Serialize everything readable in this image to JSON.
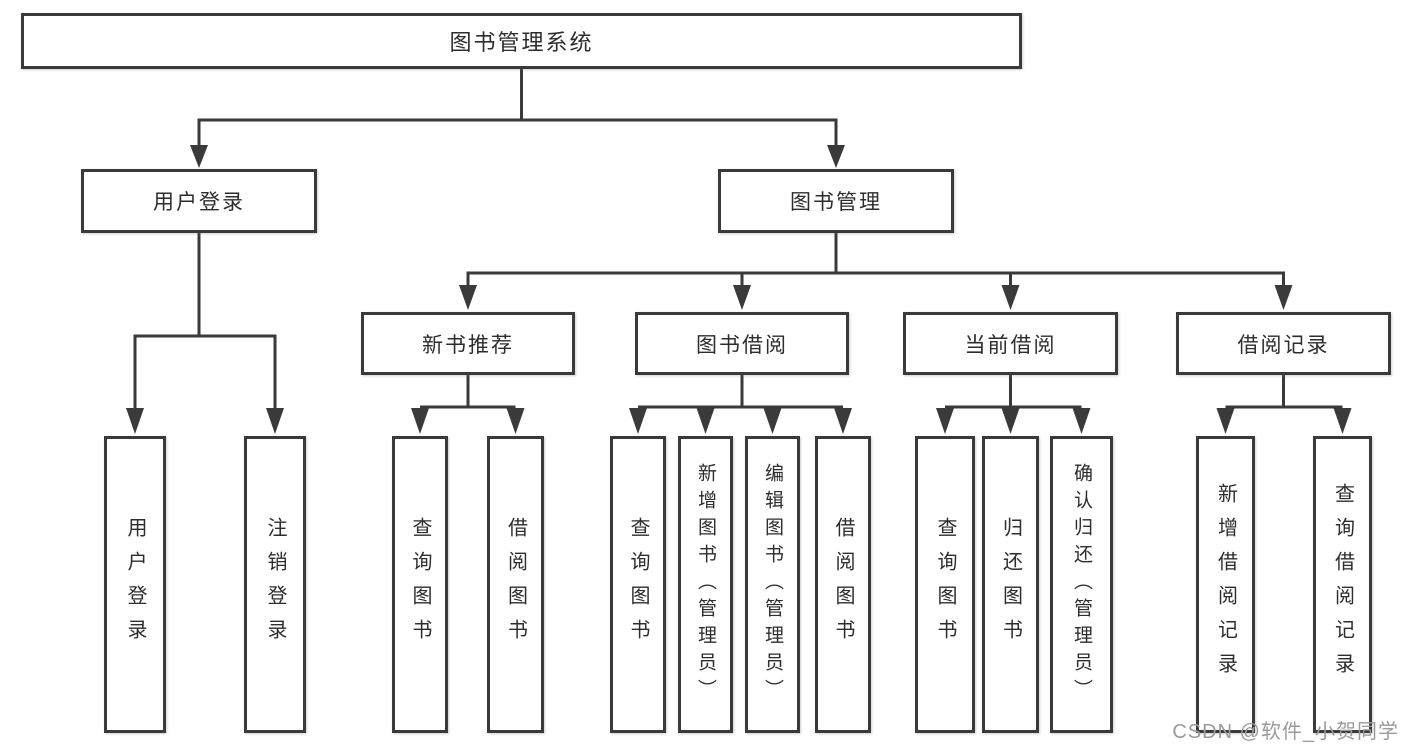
{
  "diagram_title": "图书管理系统",
  "colors": {
    "background": "#ffffff",
    "line": "#3a3a3a",
    "box_border": "#3a3a3a",
    "box_fill": "#ffffff",
    "text": "#2d2d2d",
    "watermark": "#9b9b9b"
  },
  "tree": {
    "root": {
      "label": "图书管理系统"
    },
    "branches": [
      {
        "label": "用户登录",
        "leaves": [
          {
            "label": "用户登录"
          },
          {
            "label": "注销登录"
          }
        ]
      },
      {
        "label": "图书管理",
        "sections": [
          {
            "label": "新书推荐",
            "leaves": [
              {
                "label": "查询图书"
              },
              {
                "label": "借阅图书"
              }
            ]
          },
          {
            "label": "图书借阅",
            "leaves": [
              {
                "label": "查询图书"
              },
              {
                "label": "新增图书（管理员）"
              },
              {
                "label": "编辑图书（管理员）"
              },
              {
                "label": "借阅图书"
              }
            ]
          },
          {
            "label": "当前借阅",
            "leaves": [
              {
                "label": "查询图书"
              },
              {
                "label": "归还图书"
              },
              {
                "label": "确认归还（管理员）"
              }
            ]
          },
          {
            "label": "借阅记录",
            "leaves": [
              {
                "label": "新增借阅记录"
              },
              {
                "label": "查询借阅记录"
              }
            ]
          }
        ]
      }
    ]
  },
  "watermark": {
    "text": "CSDN @软件_小贺同学"
  }
}
